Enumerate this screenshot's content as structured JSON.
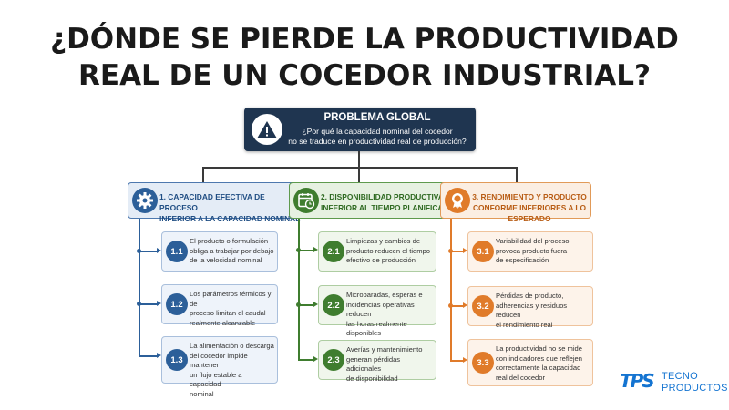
{
  "title": {
    "line1": "¿DÓNDE SE PIERDE LA PRODUCTIVIDAD",
    "line2": "REAL DE UN COCEDOR INDUSTRIAL?"
  },
  "root": {
    "icon": "warning-icon",
    "title": "PROBLEMA GLOBAL",
    "subtitle_l1": "¿Por qué la capacidad nominal del cocedor",
    "subtitle_l2": "no se traduce en productividad real de producción?"
  },
  "branches": [
    {
      "icon": "gear-icon",
      "color": "#2c5f99",
      "title_l1": "1. CAPACIDAD EFECTIVA DE PROCESO",
      "title_l2": "INFERIOR A LA CAPACIDAD NOMINAL",
      "items": [
        {
          "num": "1.1",
          "l1": "El producto o formulación",
          "l2": "obliga a trabajar por debajo",
          "l3": "de la velocidad nominal"
        },
        {
          "num": "1.2",
          "l1": "Los parámetros térmicos y de",
          "l2": "proceso limitan el caudal",
          "l3": "realmente alcanzable"
        },
        {
          "num": "1.3",
          "l1": "La alimentación o descarga",
          "l2": "del cocedor impide mantener",
          "l3": "un flujo estable a capacidad",
          "l4": "nominal"
        }
      ]
    },
    {
      "icon": "calendar-clock-icon",
      "color": "#3f7d2f",
      "title_l1": "2. DISPONIBILIDAD PRODUCTIVA",
      "title_l2": "INFERIOR AL TIEMPO PLANIFICADO",
      "items": [
        {
          "num": "2.1",
          "l1": "Limpiezas y cambios de",
          "l2": "producto reducen el tiempo",
          "l3": "efectivo de producción"
        },
        {
          "num": "2.2",
          "l1": "Microparadas, esperas e",
          "l2": "incidencias operativas reducen",
          "l3": "las horas realmente disponibles"
        },
        {
          "num": "2.3",
          "l1": "Averías y mantenimiento",
          "l2": "generan pérdidas adicionales",
          "l3": "de disponibilidad"
        }
      ]
    },
    {
      "icon": "award-icon",
      "color": "#e07b2a",
      "title_l1": "3. RENDIMIENTO Y PRODUCTO",
      "title_l2": "CONFORME INFERIORES A LO ESPERADO",
      "items": [
        {
          "num": "3.1",
          "l1": "Variabilidad del proceso",
          "l2": "provoca producto fuera",
          "l3": "de especificación"
        },
        {
          "num": "3.2",
          "l1": "Pérdidas de producto,",
          "l2": "adherencias y residuos reducen",
          "l3": "el rendimiento real"
        },
        {
          "num": "3.3",
          "l1": "La productividad no se mide",
          "l2": "con indicadores que reflejen",
          "l3": "correctamente la capacidad",
          "l4": "real del cocedor"
        }
      ]
    }
  ],
  "logo": {
    "mark": "TPS",
    "word1": "TECNO",
    "word2": "PRODUCTOS"
  }
}
